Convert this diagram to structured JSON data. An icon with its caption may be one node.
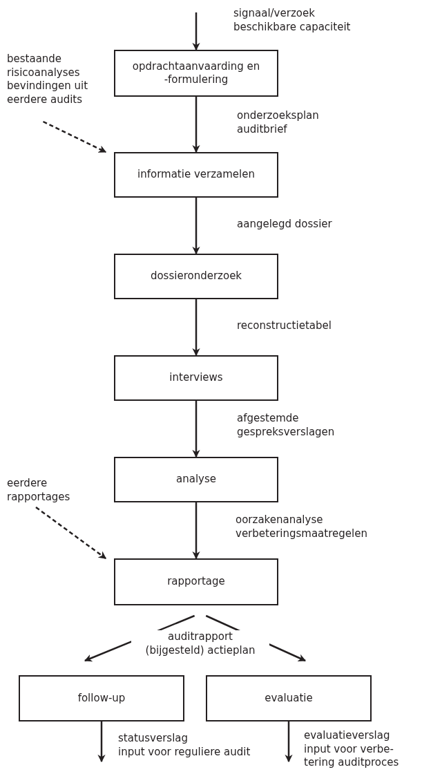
{
  "diagram": {
    "nodes": [
      {
        "text": [
          "opdrachtaanvaarding en -formulering"
        ]
      },
      {
        "text": [
          "informatie verzamelen"
        ]
      },
      {
        "text": [
          "dossieronderzoek"
        ]
      },
      {
        "text": [
          "interviews"
        ]
      },
      {
        "text": [
          "analyse"
        ]
      },
      {
        "text": [
          "rapportage"
        ]
      },
      {
        "text": [
          "follow-up"
        ]
      },
      {
        "text": [
          "evaluatie"
        ]
      },
      {
        "text": [
          "bestaande risicoanalyses bevindingen uit eerdere audits"
        ]
      },
      {
        "text": [
          "eerdere rapportages"
        ]
      }
    ],
    "edges": [
      {
        "from": null,
        "to": 0,
        "arrow": "to",
        "label": "signaal/verzoek beschikbare capaciteit"
      },
      {
        "from": 0,
        "to": 1,
        "arrow": "to",
        "label": "onderzoeksplan auditbrief"
      },
      {
        "from": 1,
        "to": 2,
        "arrow": "to",
        "label": "aangelegd dossier"
      },
      {
        "from": 2,
        "to": 3,
        "arrow": "to",
        "label": "reconstructietabel"
      },
      {
        "from": 3,
        "to": 4,
        "arrow": "to",
        "label": "afgestemde gespreksverslagen"
      },
      {
        "from": 4,
        "to": 5,
        "arrow": "to",
        "label": "oorzakenanalyse verbeteringsmaatregelen"
      },
      {
        "from": 8,
        "to": 1,
        "arrow": "to",
        "style": "dashed"
      },
      {
        "from": 9,
        "to": 5,
        "arrow": "to",
        "style": "dashed"
      },
      {
        "from": 5,
        "to": 6,
        "arrow": "to",
        "label": "auditrapport (bijgesteld) actieplan"
      },
      {
        "from": 5,
        "to": 7,
        "arrow": "to"
      },
      {
        "from": 6,
        "to": null,
        "arrow": "to",
        "label": "statusverslag input voor reguliere audit"
      },
      {
        "from": 7,
        "to": null,
        "arrow": "to",
        "label": "evaluatieverslag input voor verbe- tering auditproces"
      }
    ]
  }
}
